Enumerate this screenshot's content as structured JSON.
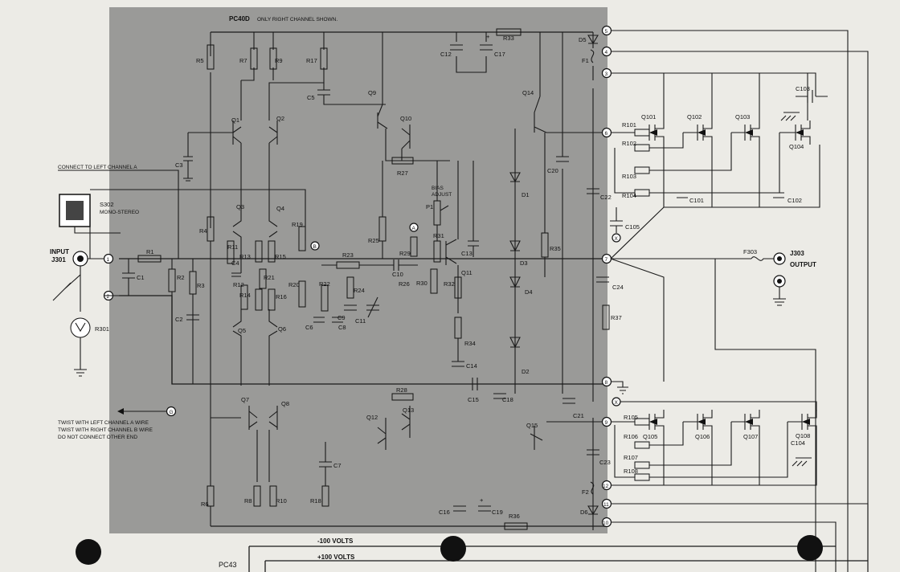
{
  "board_title": "PC40D",
  "board_note": "ONLY RIGHT CHANNEL SHOWN.",
  "board2_label": "PC43",
  "rails": {
    "neg": "-100 VOLTS",
    "pos": "+100 VOLTS"
  },
  "notes": {
    "connect_left": "CONNECT TO LEFT CHANNEL A",
    "twist1": "TWIST WITH LEFT CHANNEL A WIRE",
    "twist2": "TWIST WITH RIGHT CHANNEL B WIRE",
    "twist3": "DO NOT CONNECT OTHER END",
    "bias1": "BIAS",
    "bias2": "ADJUST"
  },
  "switch": {
    "name": "S302",
    "desc": "MONO-STEREO"
  },
  "input": {
    "l1": "INPUT",
    "l2": "J301"
  },
  "output": {
    "jack": "J303",
    "label": "OUTPUT",
    "fuse": "F303"
  },
  "terminals": [
    "1",
    "2",
    "3",
    "4",
    "5",
    "6",
    "7",
    "8",
    "9",
    "10",
    "11",
    "12"
  ],
  "nodes": {
    "a": "A",
    "b": "B",
    "x": "X"
  },
  "resistors": [
    "R1",
    "R2",
    "R3",
    "R4",
    "R5",
    "R6",
    "R7",
    "R8",
    "R9",
    "R10",
    "R11",
    "R12",
    "R13",
    "R14",
    "R15",
    "R16",
    "R17",
    "R18",
    "R19",
    "R20",
    "R21",
    "R22",
    "R23",
    "R24",
    "R25",
    "R26",
    "R27",
    "R28",
    "R29",
    "R30",
    "R31",
    "R32",
    "R33",
    "R34",
    "R35",
    "R36",
    "R37",
    "R101",
    "R102",
    "R103",
    "R104",
    "R105",
    "R106",
    "R107",
    "R108",
    "R301"
  ],
  "capacitors": [
    "C1",
    "C2",
    "C3",
    "C4",
    "C5",
    "C6",
    "C7",
    "C8",
    "C9",
    "C10",
    "C11",
    "C12",
    "C13",
    "C14",
    "C15",
    "C16",
    "C17",
    "C18",
    "C19",
    "C20",
    "C21",
    "C22",
    "C23",
    "C24",
    "C101",
    "C102",
    "C103",
    "C104",
    "C105"
  ],
  "transistors": [
    "Q1",
    "Q2",
    "Q3",
    "Q4",
    "Q5",
    "Q6",
    "Q7",
    "Q8",
    "Q9",
    "Q10",
    "Q11",
    "Q12",
    "Q13",
    "Q14",
    "Q15",
    "Q101",
    "Q102",
    "Q103",
    "Q104",
    "Q105",
    "Q106",
    "Q107",
    "Q108"
  ],
  "diodes": [
    "D1",
    "D2",
    "D3",
    "D4",
    "D5",
    "D6"
  ],
  "fuses": [
    "F1",
    "F2"
  ],
  "pot": "P1",
  "colors": {
    "board": "#9a9a98",
    "paper": "#ecebe6",
    "ink": "#111111"
  }
}
